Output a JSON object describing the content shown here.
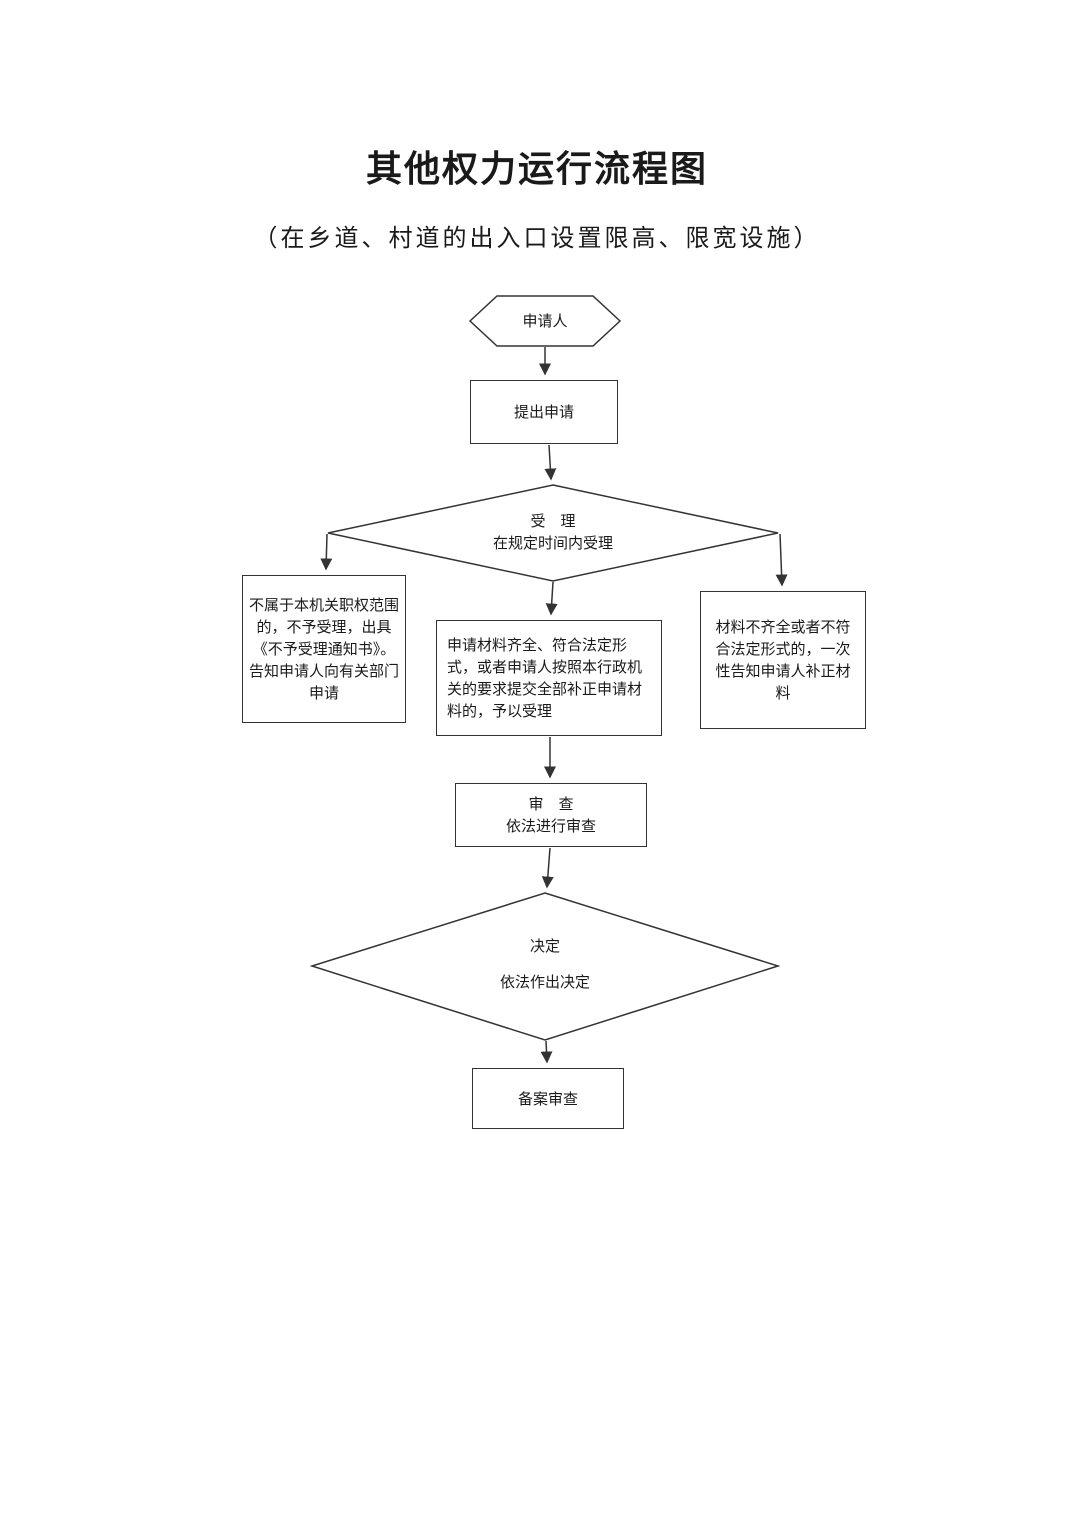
{
  "page": {
    "title": "其他权力运行流程图",
    "subtitle": "（在乡道、村道的出入口设置限高、限宽设施）"
  },
  "nodes": {
    "applicant": {
      "label": "申请人"
    },
    "submit": {
      "label": "提出申请"
    },
    "accept": {
      "line1": "受　理",
      "line2": "在规定时间内受理"
    },
    "not_accept": {
      "label": "不属于本机关职权范围的，不予受理，出具《不予受理通知书》。告知申请人向有关部门申请"
    },
    "accept_ok": {
      "label": "申请材料齐全、符合法定形式，或者申请人按照本行政机关的要求提交全部补正申请材料的，予以受理"
    },
    "supplement": {
      "label": "材料不齐全或者不符合法定形式的，一次性告知申请人补正材料"
    },
    "review": {
      "line1": "审　查",
      "line2": "依法进行审查"
    },
    "decision": {
      "line1": "决定",
      "line2": "依法作出决定"
    },
    "record": {
      "label": "备案审查"
    }
  }
}
